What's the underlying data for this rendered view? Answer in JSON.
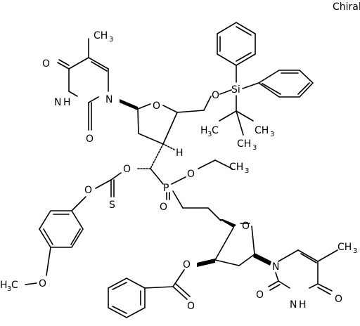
{
  "annotation": "Chiral",
  "atoms": {
    "top_o1": "O",
    "top_o2": "O",
    "top_nh": "N",
    "top_h": "H",
    "top_n": "N",
    "top_me": "CH",
    "top_me_sub": "3",
    "ring_o_top": "O",
    "h_label": "H",
    "si_o": "O",
    "si": "Si",
    "h3c_left": "H",
    "h3c_left_sub": "3",
    "h3c_left_c": "C",
    "ch3_right": "CH",
    "ch3_right_sub": "3",
    "ch3_bottom": "CH",
    "ch3_bottom_sub": "3",
    "o_carb": "O",
    "o_aryl": "O",
    "s_thio": "S",
    "p_atom": "P",
    "p_o": "O",
    "o_ethyl": "O",
    "ethyl_ch3": "CH",
    "ethyl_ch3_sub": "3",
    "ring_o_bottom": "O",
    "o_bz": "O",
    "o_bz_carbonyl": "O",
    "ome_h3c": "H",
    "ome_sub": "3",
    "ome_c": "C",
    "ome_o": "O",
    "bot_n": "N",
    "bot_o1": "O",
    "bot_nh": "N",
    "bot_h": "H",
    "bot_o2": "O",
    "bot_me": "CH",
    "bot_me_sub": "3"
  }
}
